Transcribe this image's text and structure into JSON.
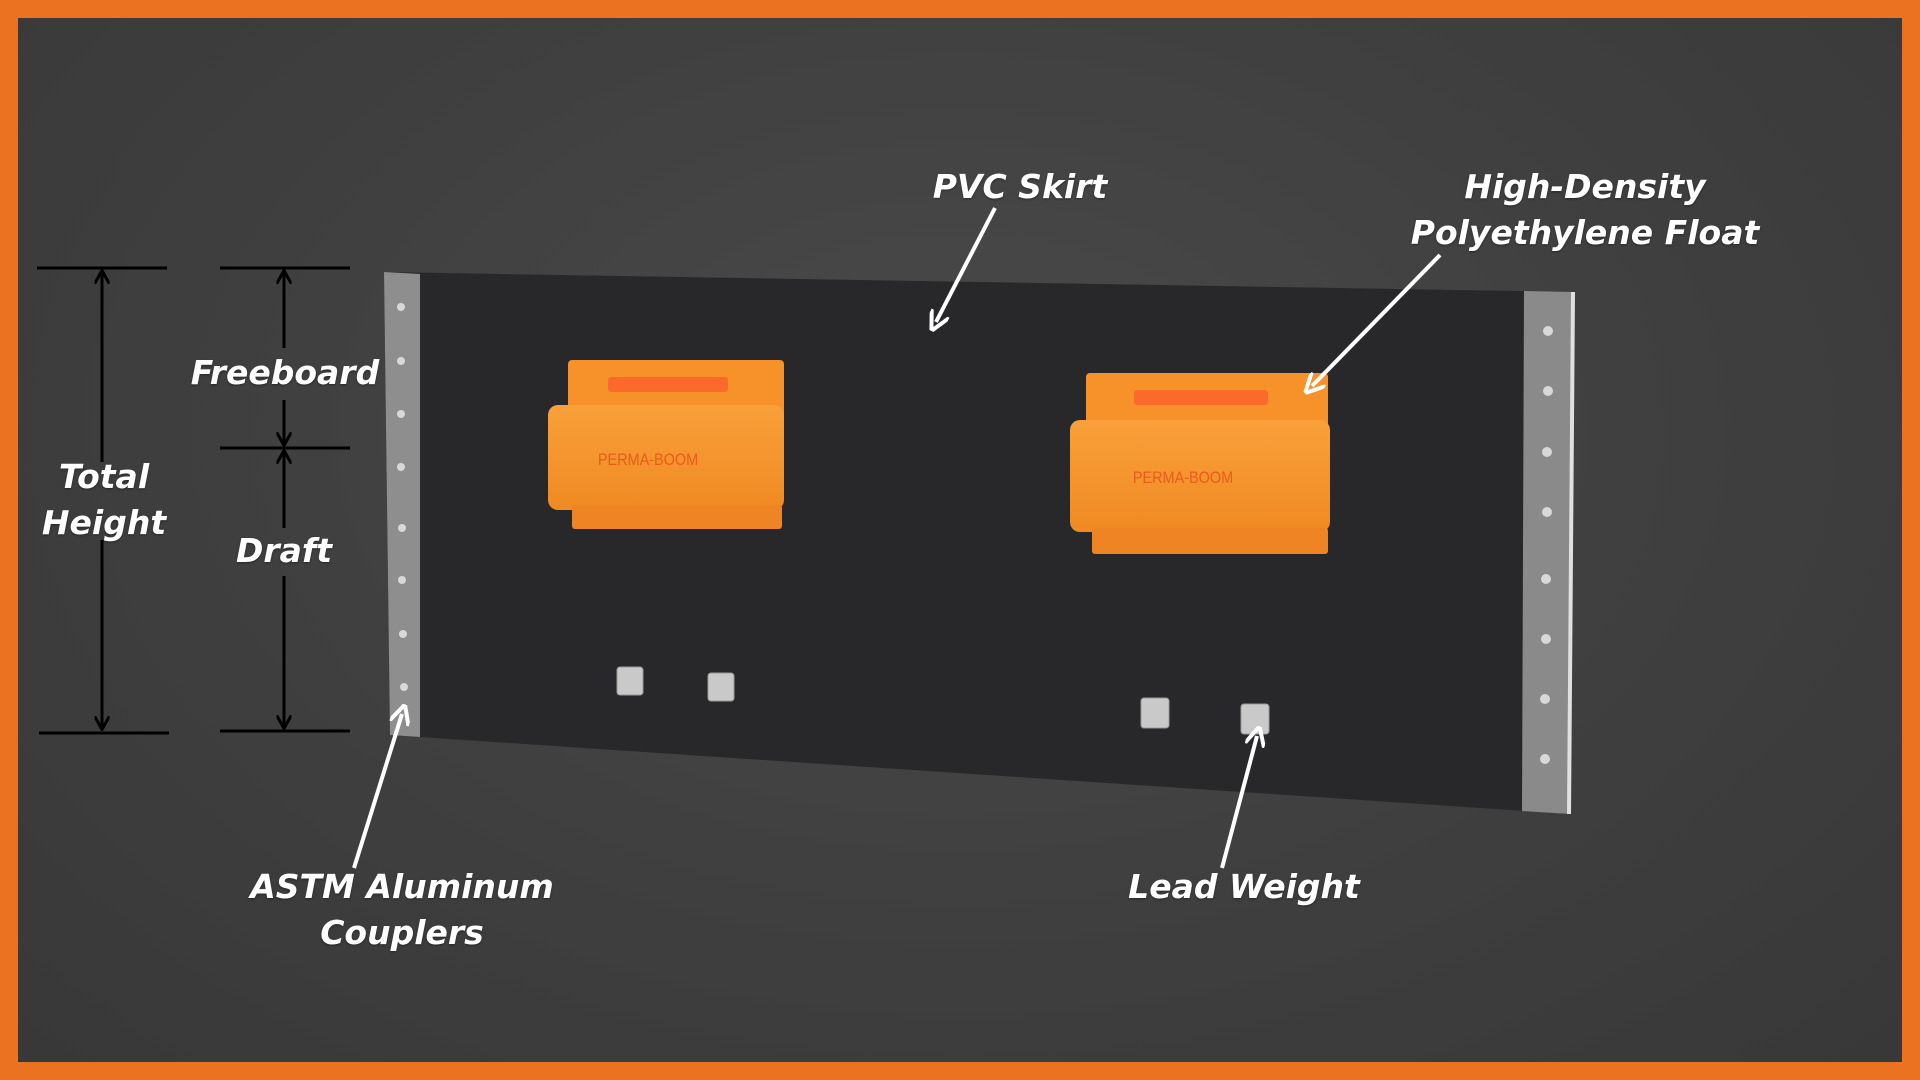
{
  "labels": {
    "pvc_skirt": "PVC Skirt",
    "float_line1": "High-Density",
    "float_line2": "Polyethylene Float",
    "freeboard": "Freeboard",
    "total_height_line1": "Total",
    "total_height_line2": "Height",
    "draft": "Draft",
    "couplers_line1": "ASTM Aluminum",
    "couplers_line2": "Couplers",
    "lead_weight": "Lead Weight"
  },
  "float_brand": "PERMA-BOOM",
  "colors": {
    "border": "#ea7220",
    "float": "#f7922a",
    "skirt": "#27272a",
    "coupler": "#8c8c8c"
  }
}
